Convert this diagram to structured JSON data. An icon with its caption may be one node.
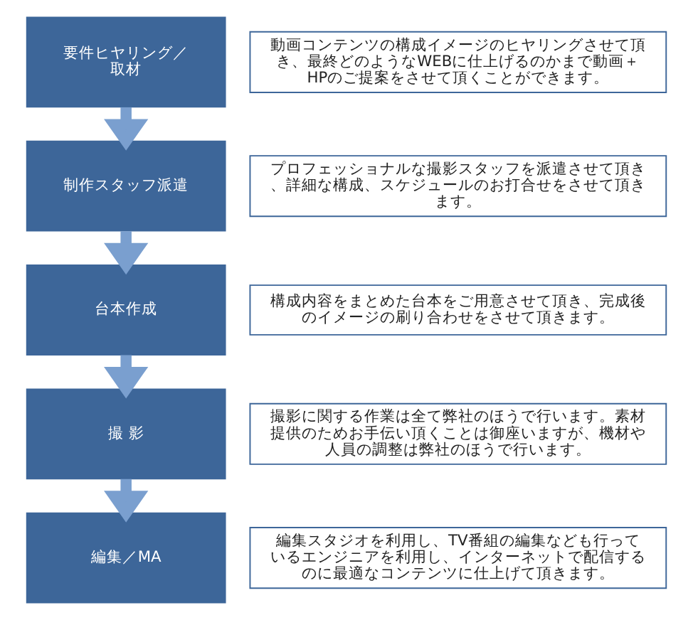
{
  "diagram": {
    "nodes": [
      {
        "text": [
          "要件ヒヤリング／取材"
        ]
      },
      {
        "text": [
          "動画コンテンツの構成イメージのヒヤリングさせて頂き、最終どのようなWEBに仕上げるのかまで動画＋HPのご提案をさせて頂くことができます。"
        ]
      },
      {
        "text": [
          "制作スタッフ派遣"
        ]
      },
      {
        "text": [
          "プロフェッショナルな撮影スタッフを派遣させて頂き、詳細な構成、スケジュールのお打合せをさせて頂きます。"
        ]
      },
      {
        "text": [
          "台本作成"
        ]
      },
      {
        "text": [
          "構成内容をまとめた台本をご用意させて頂き、完成後のイメージの刷り合わせをさせて頂きます。"
        ]
      },
      {
        "text": [
          "撮 影"
        ]
      },
      {
        "text": [
          "撮影に関する作業は全て弊社のほうで行います。素材提供のためお手伝い頂くことは御座いますが、機材や人員の調整は弊社のほうで行います。"
        ]
      },
      {
        "text": [
          "編集／MA"
        ]
      },
      {
        "text": [
          "編集スタジオを利用し、TV番組の編集なども行っているエンジニアを利用し、インターネットで配信するのに最適なコンテンツに仕上げて頂きます。"
        ]
      }
    ],
    "edges": [
      {
        "from": 0,
        "to": 2,
        "arrow": "to"
      },
      {
        "from": 2,
        "to": 4,
        "arrow": "to"
      },
      {
        "from": 4,
        "to": 6,
        "arrow": "to"
      },
      {
        "from": 6,
        "to": 8,
        "arrow": "to"
      }
    ]
  }
}
